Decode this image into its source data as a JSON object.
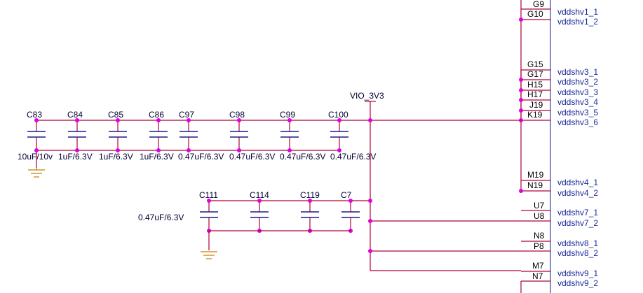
{
  "colors": {
    "wire": "#b0003a",
    "junction": "#e000e0",
    "cap": "#1a1a8c",
    "ground": "#c08000",
    "pin_label": "#000000",
    "net_label": "#1a2a9a",
    "component_text": "#000033"
  },
  "power_net": {
    "name": "VIO_3V3"
  },
  "top_caps": [
    {
      "ref": "C83",
      "value": "10uF/10v"
    },
    {
      "ref": "C84",
      "value": "1uF/6.3V"
    },
    {
      "ref": "C85",
      "value": "1uF/6.3V"
    },
    {
      "ref": "C86",
      "value": "1uF/6.3V"
    },
    {
      "ref": "C97",
      "value": "0.47uF/6.3V"
    },
    {
      "ref": "C98",
      "value": "0.47uF/6.3V"
    },
    {
      "ref": "C99",
      "value": "0.47uF/6.3V"
    },
    {
      "ref": "C100",
      "value": "0.47uF/6.3V"
    }
  ],
  "bottom_caps": [
    {
      "ref": "C111"
    },
    {
      "ref": "C114"
    },
    {
      "ref": "C119"
    },
    {
      "ref": "C7"
    }
  ],
  "bottom_cap_value": "0.47uF/6.3V",
  "pins": [
    {
      "pin": "G9",
      "net": ""
    },
    {
      "pin": "G10",
      "net": "vddshv1_1"
    },
    {
      "pin": "",
      "net": "vddshv1_2"
    },
    {
      "pin": "G15",
      "net": ""
    },
    {
      "pin": "G17",
      "net": "vddshv3_1"
    },
    {
      "pin": "H15",
      "net": "vddshv3_2"
    },
    {
      "pin": "H17",
      "net": "vddshv3_3"
    },
    {
      "pin": "J19",
      "net": "vddshv3_4"
    },
    {
      "pin": "K19",
      "net": "vddshv3_5"
    },
    {
      "pin": "",
      "net": "vddshv3_6"
    },
    {
      "pin": "M19",
      "net": ""
    },
    {
      "pin": "N19",
      "net": "vddshv4_1"
    },
    {
      "pin": "",
      "net": "vddshv4_2"
    },
    {
      "pin": "U7",
      "net": ""
    },
    {
      "pin": "U8",
      "net": "vddshv7_1"
    },
    {
      "pin": "",
      "net": "vddshv7_2"
    },
    {
      "pin": "N8",
      "net": ""
    },
    {
      "pin": "P8",
      "net": "vddshv8_1"
    },
    {
      "pin": "",
      "net": "vddshv8_2"
    },
    {
      "pin": "M7",
      "net": ""
    },
    {
      "pin": "N7",
      "net": "vddshv9_1"
    },
    {
      "pin": "",
      "net": "vddshv9_2"
    }
  ]
}
